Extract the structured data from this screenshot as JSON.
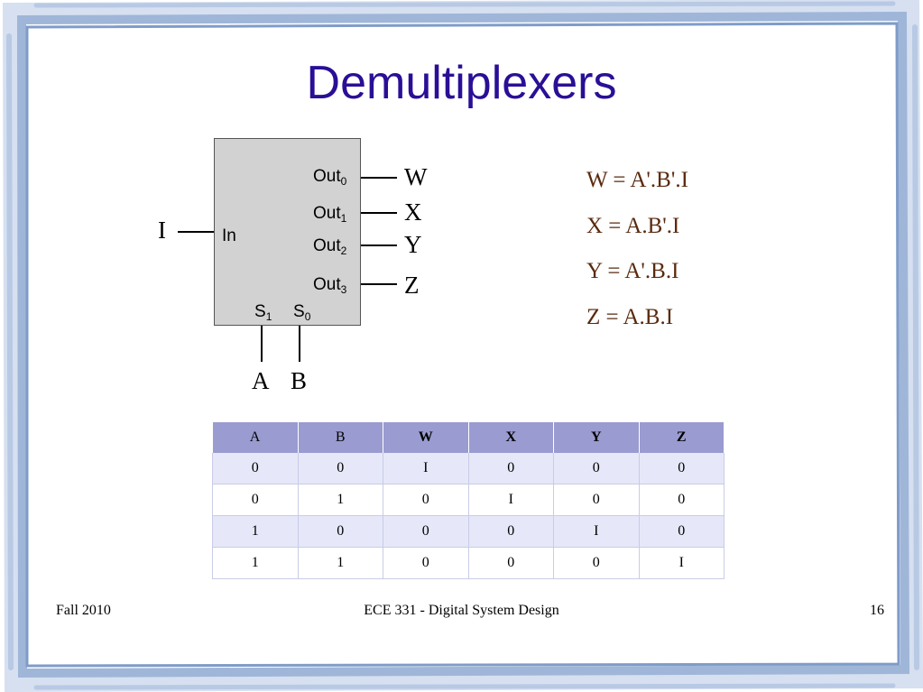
{
  "slide": {
    "title": "Demultiplexers",
    "frame_color": "#9fb6d8"
  },
  "demux": {
    "in_label": "In",
    "outputs": [
      {
        "base": "Out",
        "sub": "0"
      },
      {
        "base": "Out",
        "sub": "1"
      },
      {
        "base": "Out",
        "sub": "2"
      },
      {
        "base": "Out",
        "sub": "3"
      }
    ],
    "selects": [
      {
        "base": "S",
        "sub": "1"
      },
      {
        "base": "S",
        "sub": "0"
      }
    ],
    "input_signal": "I",
    "output_signals": [
      "W",
      "X",
      "Y",
      "Z"
    ],
    "select_signals": [
      "A",
      "B"
    ]
  },
  "equations": [
    "W = A'.B'.I",
    "X = A.B'.I",
    "Y = A'.B.I",
    "Z = A.B.I"
  ],
  "truth_table": {
    "headers": [
      "A",
      "B",
      "W",
      "X",
      "Y",
      "Z"
    ],
    "rows": [
      [
        "0",
        "0",
        "I",
        "0",
        "0",
        "0"
      ],
      [
        "0",
        "1",
        "0",
        "I",
        "0",
        "0"
      ],
      [
        "1",
        "0",
        "0",
        "0",
        "I",
        "0"
      ],
      [
        "1",
        "1",
        "0",
        "0",
        "0",
        "I"
      ]
    ]
  },
  "footer": {
    "left": "Fall 2010",
    "center": "ECE 331 - Digital System Design",
    "right": "16"
  },
  "colors": {
    "title": "#2a0f96",
    "equations": "#5a2a0e",
    "table_header": "#9a9bd0",
    "table_band": "#e6e7f8"
  }
}
